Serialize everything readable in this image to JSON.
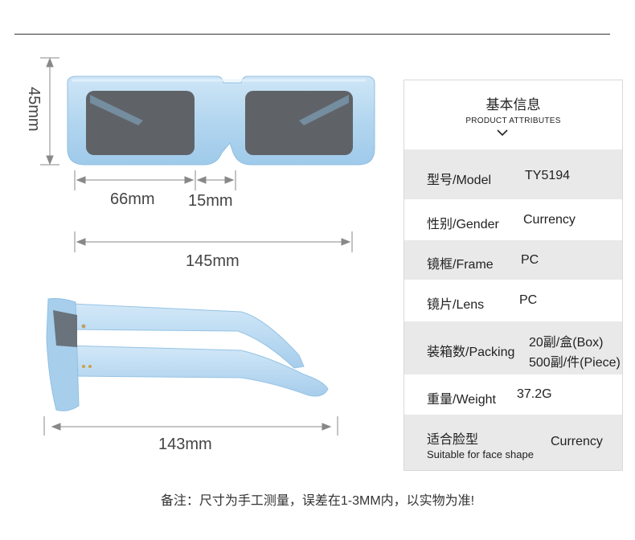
{
  "dimensions": {
    "height_label": "45mm",
    "lens_width_label": "66mm",
    "bridge_label": "15mm",
    "front_width_label": "145mm",
    "temple_length_label": "143mm"
  },
  "product": {
    "frame_color": "#b7d8f0",
    "lens_color": "#5f6367"
  },
  "attributes": {
    "title": "基本信息",
    "subtitle": "PRODUCT ATTRIBUTES",
    "chevron_icon": "chevron-down-icon",
    "rows": [
      {
        "key": "型号/Model",
        "value": "TY5194"
      },
      {
        "key": "性别/Gender",
        "value": "Currency"
      },
      {
        "key": "镜框/Frame",
        "value": "PC"
      },
      {
        "key": "镜片/Lens",
        "value": "PC"
      },
      {
        "key": "装箱数/Packing",
        "value_line1": "20副/盒(Box)",
        "value_line2": "500副/件(Piece)"
      },
      {
        "key": "重量/Weight",
        "value": "37.2G"
      },
      {
        "key": "适合脸型",
        "key_sub": "Suitable for face shape",
        "value": "Currency"
      }
    ]
  },
  "footer_note": "备注：尺寸为手工测量，误差在1-3MM内，以实物为准!"
}
